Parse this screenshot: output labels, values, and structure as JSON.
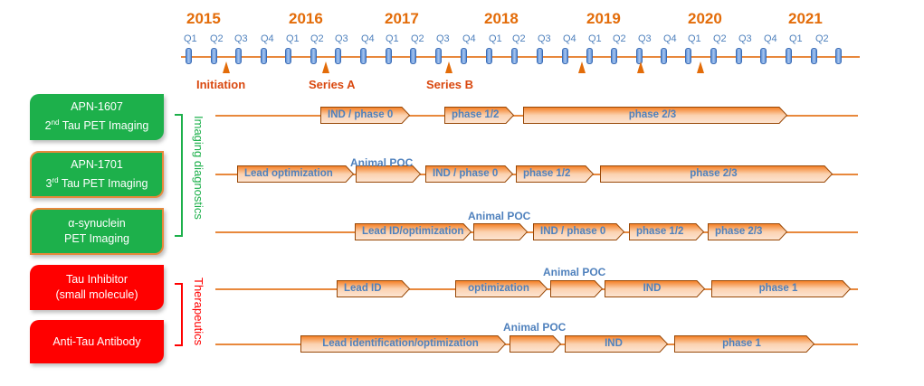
{
  "timeline": {
    "years": [
      "2015",
      "2016",
      "2017",
      "2018",
      "2019",
      "2020",
      "2021"
    ],
    "quarters": [
      "Q1",
      "Q2",
      "Q3",
      "Q4",
      "Q1",
      "Q2",
      "Q3",
      "Q4",
      "Q1",
      "Q2",
      "Q3",
      "Q4",
      "Q1",
      "Q2",
      "Q3",
      "Q4",
      "Q1",
      "Q2",
      "Q3",
      "Q4",
      "Q1",
      "Q2",
      "Q3",
      "Q4",
      "Q1",
      "Q2"
    ],
    "events": [
      {
        "label": "Initiation"
      },
      {
        "label": "Series A"
      },
      {
        "label": "Series B"
      },
      {
        "label": ""
      },
      {
        "label": ""
      },
      {
        "label": ""
      }
    ],
    "colors": {
      "year": "#e36c09",
      "quarter": "#4f81bd",
      "axis": "#e8883c",
      "event": "#d9480f"
    }
  },
  "programs": [
    {
      "line1": "APN-1607",
      "line2_pre": "2",
      "line2_sup": "nd",
      "line2_post": " Tau PET Imaging",
      "color": "#1db04b"
    },
    {
      "line1": "APN-1701",
      "line2_pre": "3",
      "line2_sup": "rd",
      "line2_post": " Tau PET Imaging",
      "color": "#1db04b"
    },
    {
      "line1": "α-synuclein",
      "line2": "PET Imaging",
      "color": "#1db04b"
    },
    {
      "line1": "Tau Inhibitor",
      "line2": "(small molecule)",
      "color": "#ff0000"
    },
    {
      "line1": "Anti-Tau Antibody",
      "color": "#ff0000"
    }
  ],
  "groups": [
    {
      "label": "Imaging diagnostics",
      "color": "#1db04b"
    },
    {
      "label": "Therapeutics",
      "color": "#ff0000"
    }
  ],
  "tracks": [
    {
      "stages": [
        {
          "label": "IND / phase 0"
        },
        {
          "label": "phase 1/2"
        },
        {
          "label": "phase 2/3"
        }
      ],
      "milestones": []
    },
    {
      "stages": [
        {
          "label": "Lead optimization"
        },
        {
          "label": ""
        },
        {
          "label": "IND / phase 0"
        },
        {
          "label": "phase 1/2"
        },
        {
          "label": "phase 2/3"
        }
      ],
      "milestones": [
        {
          "label": "Animal POC"
        }
      ]
    },
    {
      "stages": [
        {
          "label": "Lead ID/optimization"
        },
        {
          "label": ""
        },
        {
          "label": "IND / phase 0"
        },
        {
          "label": "phase 1/2"
        },
        {
          "label": "phase 2/3"
        }
      ],
      "milestones": [
        {
          "label": "Animal POC"
        }
      ]
    },
    {
      "stages": [
        {
          "label": "Lead ID"
        },
        {
          "label": "optimization"
        },
        {
          "label": ""
        },
        {
          "label": "IND"
        },
        {
          "label": "phase 1"
        }
      ],
      "milestones": [
        {
          "label": "Animal POC"
        }
      ]
    },
    {
      "stages": [
        {
          "label": "Lead identification/optimization"
        },
        {
          "label": ""
        },
        {
          "label": "IND"
        },
        {
          "label": "phase 1"
        }
      ],
      "milestones": [
        {
          "label": "Animal POC"
        }
      ]
    }
  ]
}
